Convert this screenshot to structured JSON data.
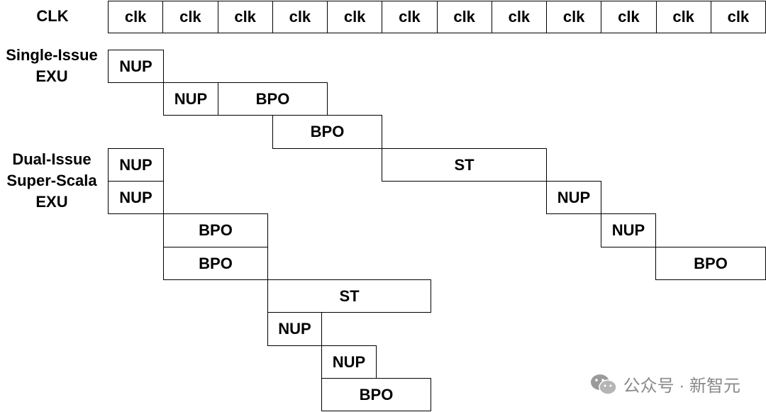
{
  "header": {
    "clk_label": "CLK",
    "cells": [
      "clk",
      "clk",
      "clk",
      "clk",
      "clk",
      "clk",
      "clk",
      "clk",
      "clk",
      "clk",
      "clk",
      "clk"
    ]
  },
  "labels": {
    "single_line1": "Single-Issue",
    "single_line2": "EXU",
    "dual_line1": "Dual-Issue",
    "dual_line2": "Super-Scala",
    "dual_line3": "EXU"
  },
  "single_issue": {
    "b1": "NUP",
    "b2": "NUP",
    "b3": "BPO",
    "b4": "BPO",
    "b5": "ST",
    "b6": "NUP",
    "b7": "NUP",
    "b8": "BPO"
  },
  "dual_issue": {
    "b1": "NUP",
    "b2": "NUP",
    "b3": "BPO",
    "b4": "BPO",
    "b5": "ST",
    "b6": "NUP",
    "b7": "NUP",
    "b8": "BPO"
  },
  "watermark": {
    "text": "公众号 · 新智元",
    "icon": "wechat-icon"
  }
}
